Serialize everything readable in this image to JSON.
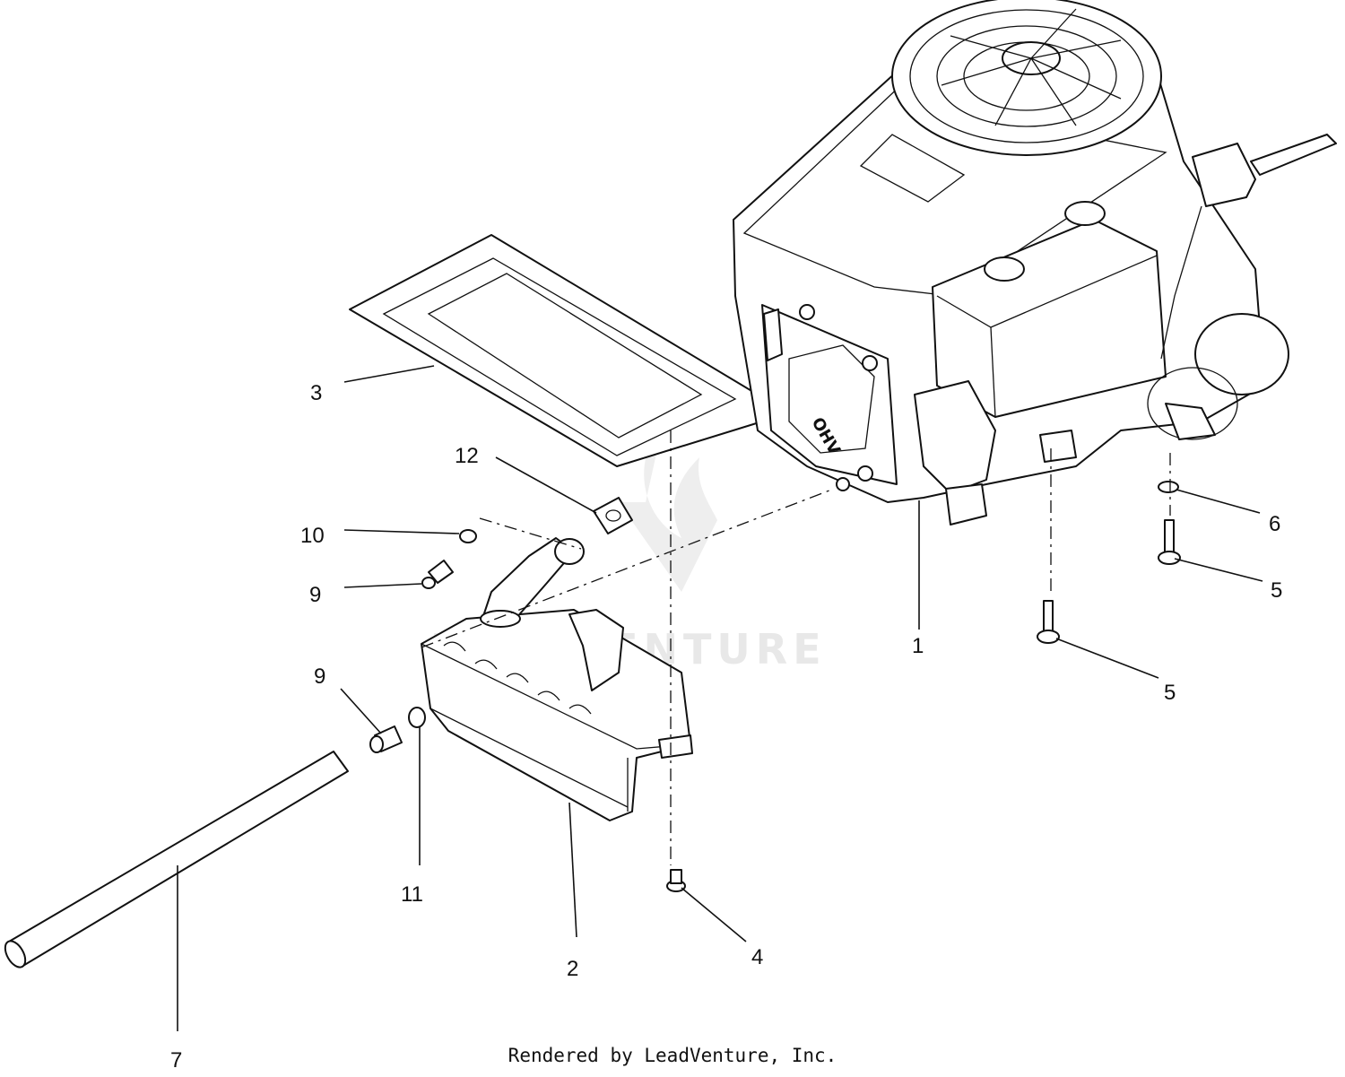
{
  "watermark": "LEADVENTURE",
  "footer": "Rendered by LeadVenture, Inc.",
  "callouts": {
    "c1": "1",
    "c2": "2",
    "c3": "3",
    "c4": "4",
    "c5a": "5",
    "c5b": "5",
    "c6": "6",
    "c7": "7",
    "c9a": "9",
    "c9b": "9",
    "c10": "10",
    "c11": "11",
    "c12": "12"
  },
  "colors": {
    "line": "#111111",
    "watermark": "#d9d9d9",
    "background": "#ffffff"
  }
}
